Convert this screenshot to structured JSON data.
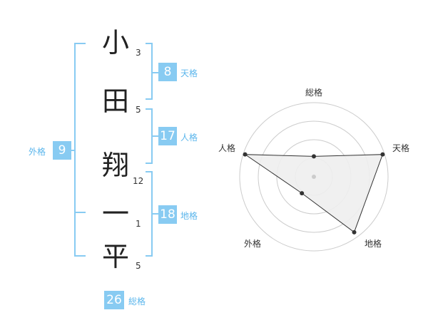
{
  "name": {
    "chars": [
      {
        "char": "小",
        "strokes": "3"
      },
      {
        "char": "田",
        "strokes": "5"
      },
      {
        "char": "翔",
        "strokes": "12"
      },
      {
        "char": "一",
        "strokes": "1"
      },
      {
        "char": "平",
        "strokes": "5"
      }
    ]
  },
  "kakusu": {
    "tenkaku": {
      "value": "8",
      "label": "天格"
    },
    "jinkaku": {
      "value": "17",
      "label": "人格"
    },
    "chikaku": {
      "value": "18",
      "label": "地格"
    },
    "gaikaku": {
      "value": "9",
      "label": "外格"
    },
    "soukaku": {
      "value": "26",
      "label": "総格"
    }
  },
  "colors": {
    "accent": "#88cbf2",
    "accent_text": "#5bb6ec",
    "radar_fill": "#eeeeee",
    "radar_stroke": "#333333"
  },
  "chart_data": {
    "type": "radar",
    "axes": [
      "総格",
      "天格",
      "地格",
      "外格",
      "人格"
    ],
    "rings": 4,
    "max": 4,
    "values": [
      1.1,
      3.9,
      3.7,
      1.1,
      3.9
    ]
  }
}
